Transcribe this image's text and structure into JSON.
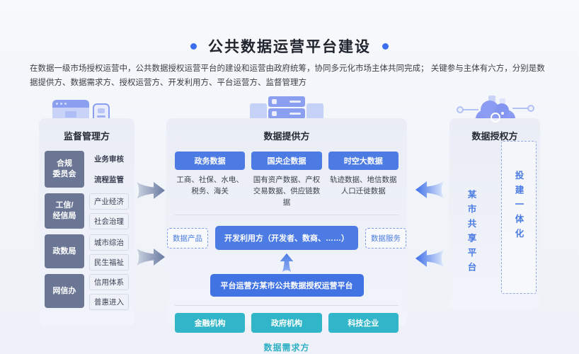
{
  "colors": {
    "accent_blue": "#4c7ce3",
    "deep_blue": "#4273e2",
    "teal": "#31b5c8",
    "teal_text": "#2fb0c4",
    "slate": "#6a7694",
    "link_blue": "#4a7be3",
    "title_dot": "#3b6ff0"
  },
  "header": {
    "title": "公共数据运营平台建设"
  },
  "intro": {
    "text": "在数据一级市场授权运营中，公共数据授权运营平台的建设和运营由政府统筹，协同多元化市场主体共同完成； 关键参与主体有六方，分别是数据提供方、数据需求方、授权运营方、开发利用方、平台运营方、监督管理方"
  },
  "supervision": {
    "title": "监督管理方",
    "rows": [
      {
        "org_line1": "合规",
        "org_line2": "委员会",
        "item1": "业务审核",
        "item2": "流程监管"
      },
      {
        "org_line1": "工信/",
        "org_line2": "经信局",
        "item1": "产业经济",
        "item2": "社会治理"
      },
      {
        "org_line1": "政数局",
        "item1": "城市综治",
        "item2": "民生福祉"
      },
      {
        "org_line1": "网信办",
        "item1": "信用体系",
        "item2": "普惠进入"
      }
    ]
  },
  "provider": {
    "title": "数据提供方",
    "categories": [
      {
        "name": "政务数据",
        "desc": "工商、社保、水电、税务、海关"
      },
      {
        "name": "国央企数据",
        "desc": "国有资产数据、产权交易数据、供应链数据"
      },
      {
        "name": "时空大数据",
        "desc": "轨迹数据、地信数据人口迁徙数据"
      }
    ],
    "data_product": "数据产品",
    "developer": "开发利用方（开发者、数商、……）",
    "data_service": "数据服务",
    "platform": "平台运营方某市公共数据授权运营平台"
  },
  "demand": {
    "title": "数据需求方",
    "items": [
      "金融机构",
      "政府机构",
      "科技企业"
    ]
  },
  "authorizer": {
    "title": "数据授权方",
    "share_platform": "某市共享平台",
    "integration": "投建一体化"
  }
}
